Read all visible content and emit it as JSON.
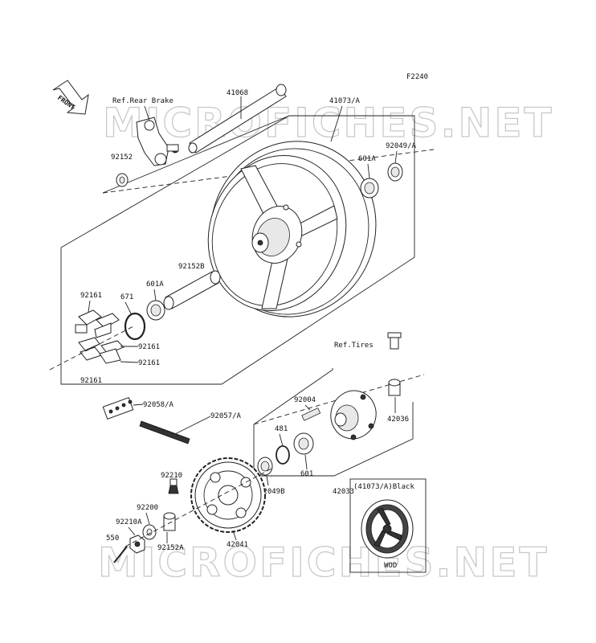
{
  "diagram_code": "F2240",
  "front_label": "FRONT",
  "watermark": "MICROFICHES.NET",
  "labels": {
    "p41068": "41068",
    "p41073a": "41073/A",
    "ref_rear_brake": "Ref.Rear Brake",
    "p92152": "92152",
    "p601a_top": "601A",
    "p92049a": "92049/A",
    "p92152b": "92152B",
    "p601a_mid": "601A",
    "p671": "671",
    "p92161_a": "92161",
    "p92161_b": "92161",
    "p92161_c": "92161",
    "p92161_d": "92161",
    "ref_tires": "Ref.Tires",
    "p92058a": "92058/A",
    "p92057a": "92057/A",
    "p92004": "92004",
    "p481": "481",
    "p42036": "42036",
    "p92210": "92210",
    "p92049b": "92049B",
    "p601": "601",
    "p42033": "42033",
    "p92200": "92200",
    "p92210a": "92210A",
    "p550": "550",
    "p92152a": "92152A",
    "p42041": "42041",
    "inset_label": "(41073/A)Black",
    "inset_code": "WOD"
  }
}
